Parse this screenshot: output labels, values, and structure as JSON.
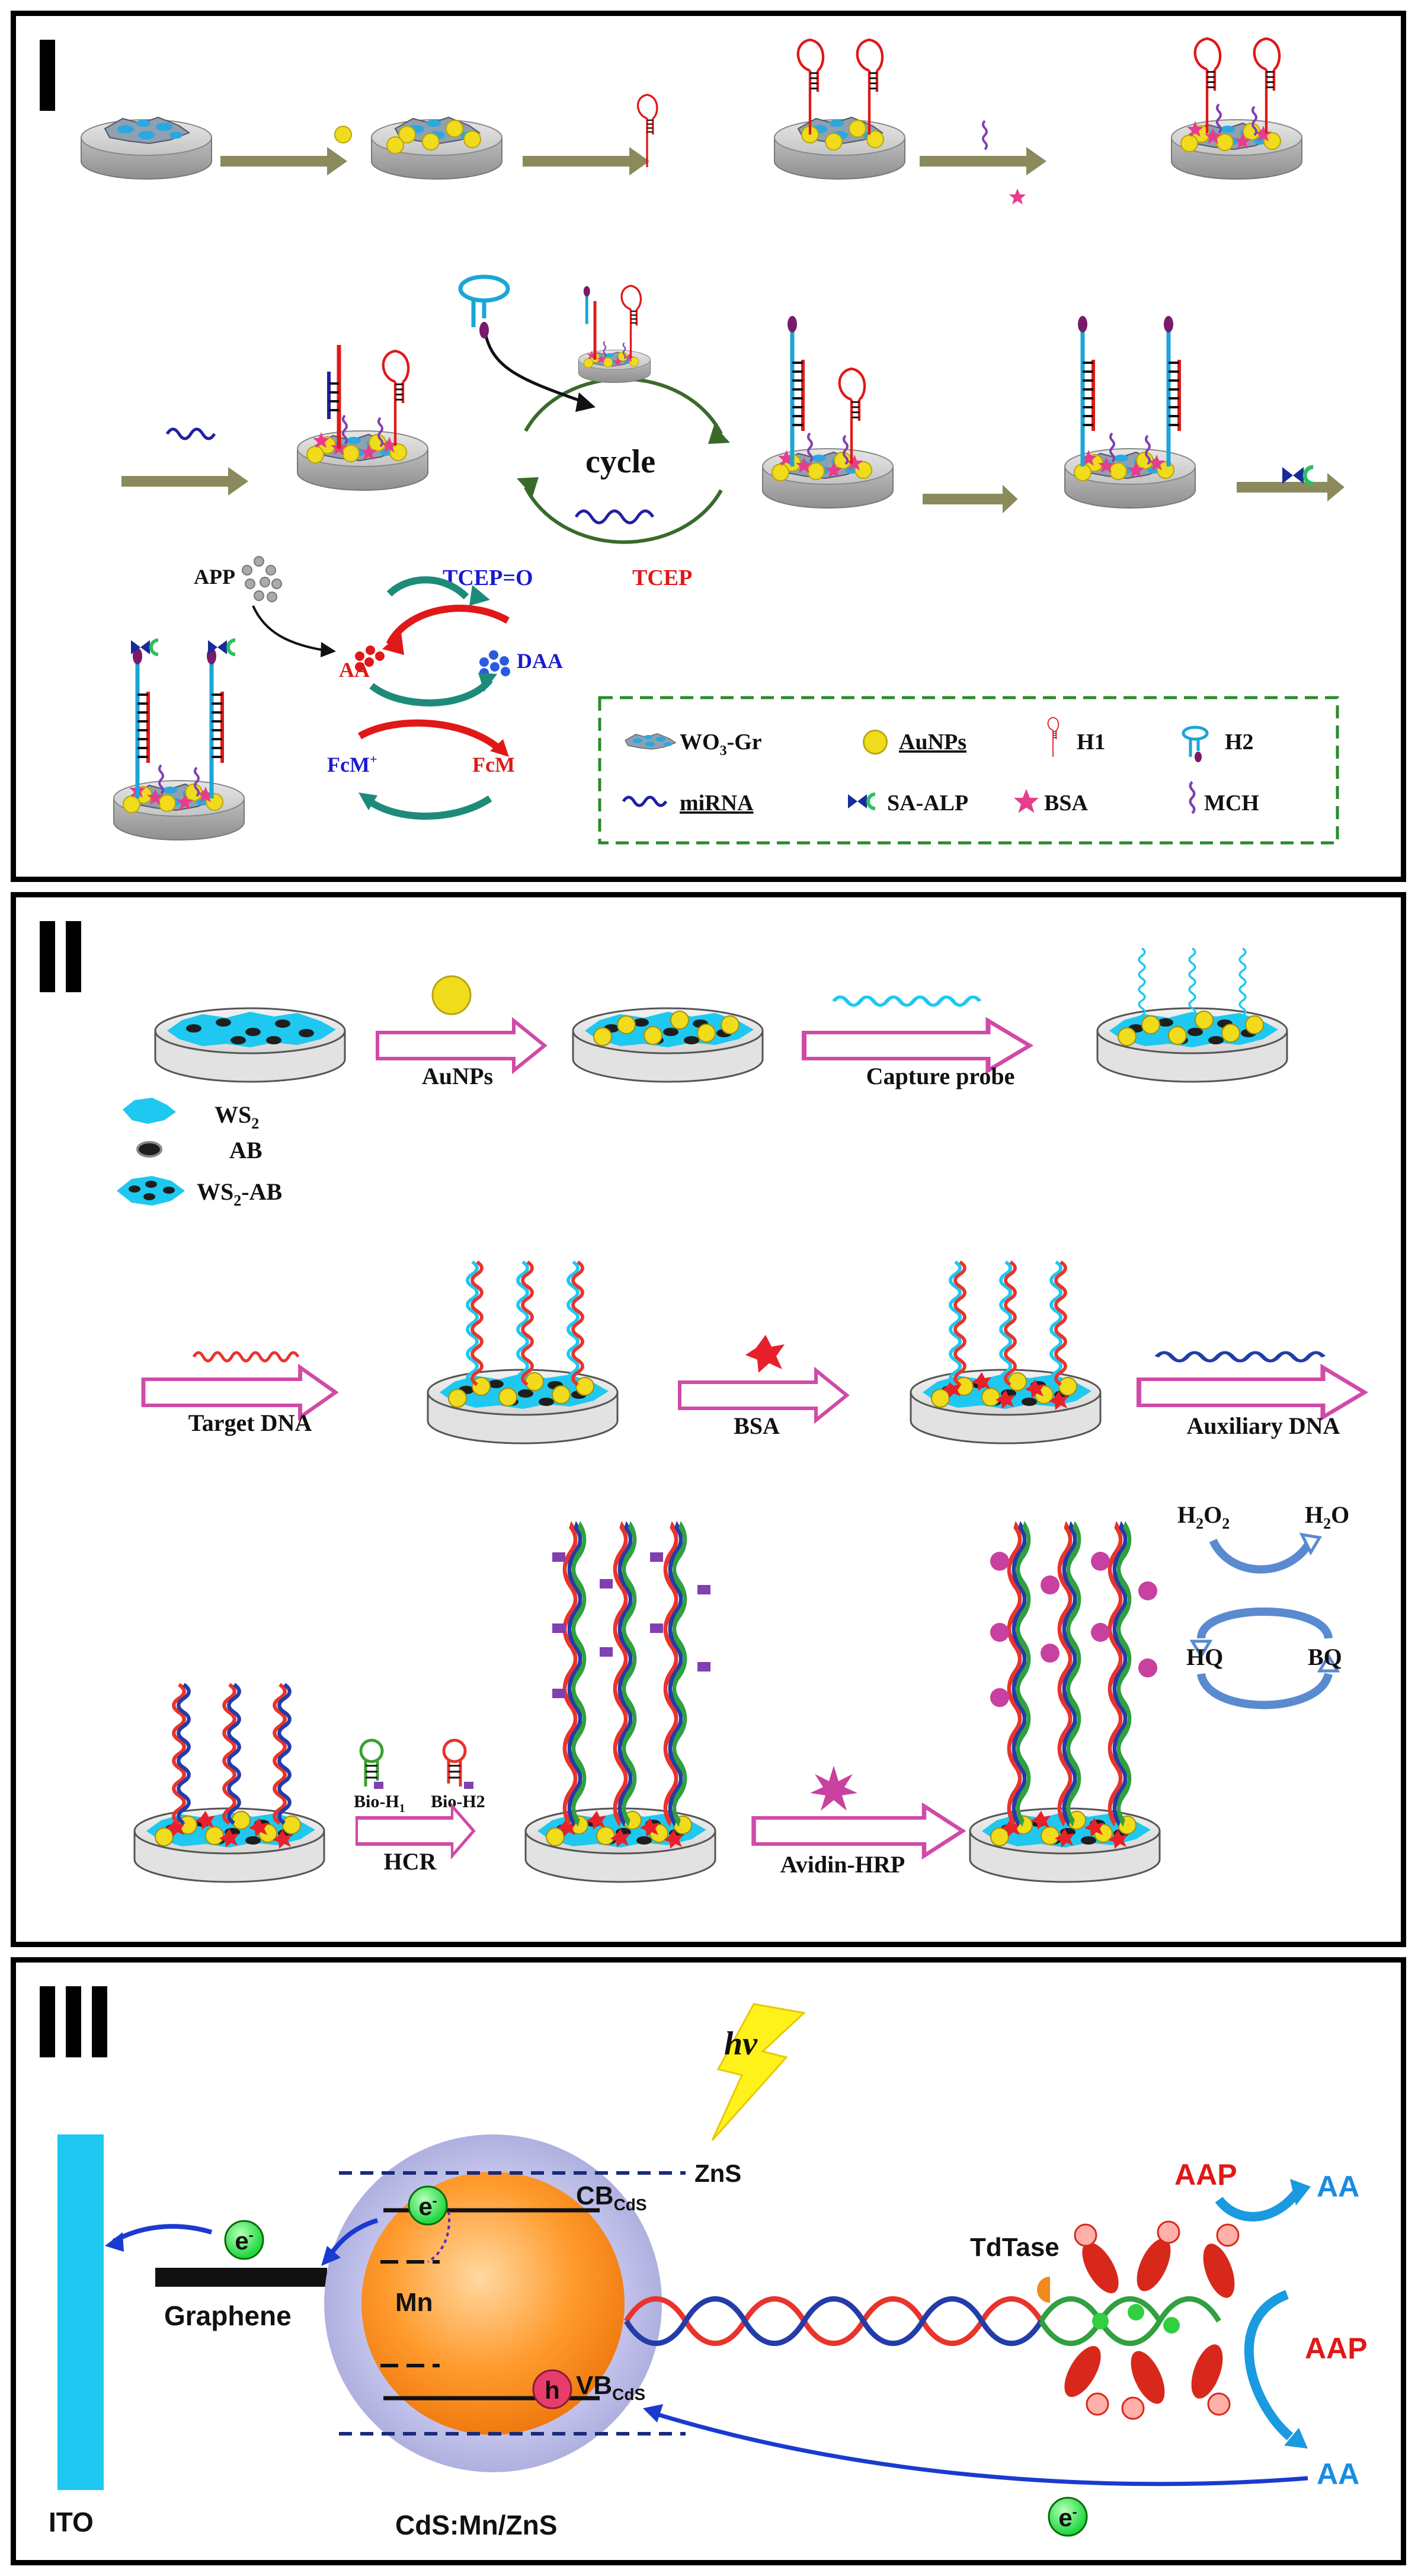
{
  "panel1": {
    "roman": "I",
    "cycle_label": "cycle",
    "reaction": {
      "app": "APP",
      "tcep_o": "TCEP=O",
      "tcep": "TCEP",
      "aa": "AA",
      "daa": "DAA",
      "fcm_plus": "FcM",
      "fcm_plus_sup": "+",
      "fcm": "FcM"
    },
    "legend": {
      "wo3_gr": "WO",
      "wo3_sub": "3",
      "wo3_suffix": "-Gr",
      "aunps": "AuNPs",
      "h1": "H1",
      "h2": "H2",
      "mirna": "miRNA",
      "sa_alp": "SA-ALP",
      "bsa": "BSA",
      "mch": "MCH"
    }
  },
  "panel2": {
    "roman": "II",
    "aunps": "AuNPs",
    "capture_probe": "Capture probe",
    "ws2": "WS",
    "ws2_sub": "2",
    "ab": "AB",
    "ws2_ab": "WS",
    "ws2_ab_sub": "2",
    "ws2_ab_suffix": "-AB",
    "target_dna": "Target DNA",
    "bsa": "BSA",
    "auxiliary_dna": "Auxiliary DNA",
    "bio_h1": "Bio-H",
    "bio_h1_sub": "1",
    "bio_h2": "Bio-H2",
    "hcr": "HCR",
    "avidin_hrp": "Avidin-HRP",
    "h2o2": "H",
    "h2o2_sub1": "2",
    "h2o2_mid": "O",
    "h2o2_sub2": "2",
    "h2o": "H",
    "h2o_sub": "2",
    "h2o_end": "O",
    "hq": "HQ",
    "bq": "BQ"
  },
  "panel3": {
    "roman": "III",
    "hv": "hv",
    "zns": "ZnS",
    "cb": "CB",
    "cb_sub": "CdS",
    "vb": "VB",
    "vb_sub": "CdS",
    "mn": "Mn",
    "graphene": "Graphene",
    "ito": "ITO",
    "particle": "CdS:Mn/ZnS",
    "electron": "e",
    "electron_sup": "-",
    "hole": "h",
    "tdtase": "TdTase",
    "aap_top": "AAP",
    "aa_top": "AA",
    "aap_bottom": "AAP",
    "aa_bottom": "AA"
  },
  "colors": {
    "arrow_olive": "#8a8a5c",
    "hairpin_red": "#e01818",
    "hairpin_cyan": "#1aa6d6",
    "mirna_blue": "#2020a0",
    "bsa_pink": "#e83c8c",
    "mch_purple": "#8040b0",
    "gold": "#f0dc1c",
    "magenta_arrow": "#d04aa8",
    "ws2_cyan": "#1ec8f0",
    "helix_red": "#e8342c",
    "helix_blue": "#243ca8",
    "helix_green": "#30a040",
    "electron_green": "#2ce040",
    "ito_cyan": "#1ec8f0",
    "aa_blue": "#1a8ce0",
    "aap_red": "#e01818"
  }
}
